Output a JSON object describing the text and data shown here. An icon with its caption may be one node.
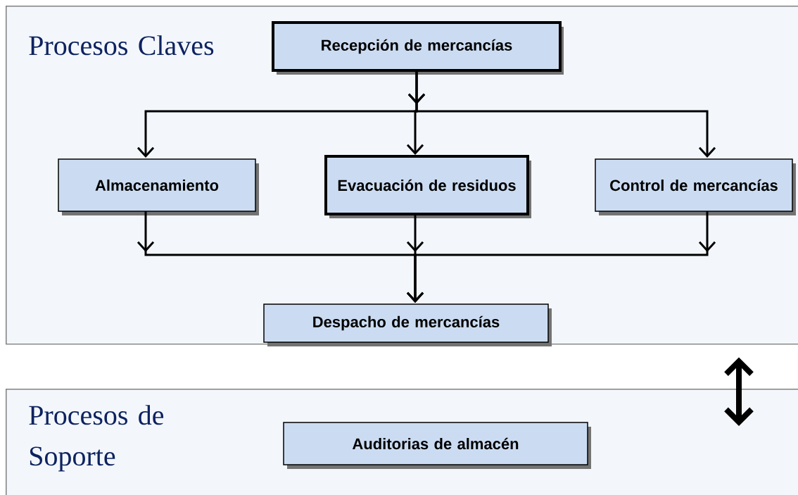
{
  "diagram": {
    "nodes": [
      {
        "text": [
          "Procesos Claves"
        ]
      },
      {
        "text": [
          "Recepción de mercancías"
        ],
        "in": 0
      },
      {
        "text": [
          "Almacenamiento"
        ],
        "in": 0
      },
      {
        "text": [
          "Evacuación de residuos"
        ],
        "in": 0
      },
      {
        "text": [
          "Control de mercancías"
        ],
        "in": 0
      },
      {
        "text": [
          "Despacho de mercancías"
        ],
        "in": 0
      },
      {
        "text": [
          "Procesos de Soporte"
        ]
      },
      {
        "text": [
          "Auditorias de almacén"
        ],
        "in": 6
      }
    ],
    "edges": [
      {
        "from": 1,
        "to": 2,
        "arrow": "to"
      },
      {
        "from": 1,
        "to": 3,
        "arrow": "to"
      },
      {
        "from": 1,
        "to": 4,
        "arrow": "to"
      },
      {
        "from": 2,
        "to": 5,
        "arrow": "to"
      },
      {
        "from": 3,
        "to": 5,
        "arrow": "to"
      },
      {
        "from": 4,
        "to": 5,
        "arrow": "to"
      },
      {
        "from": 0,
        "to": 6,
        "arrow": "both",
        "style": "thick"
      }
    ]
  }
}
